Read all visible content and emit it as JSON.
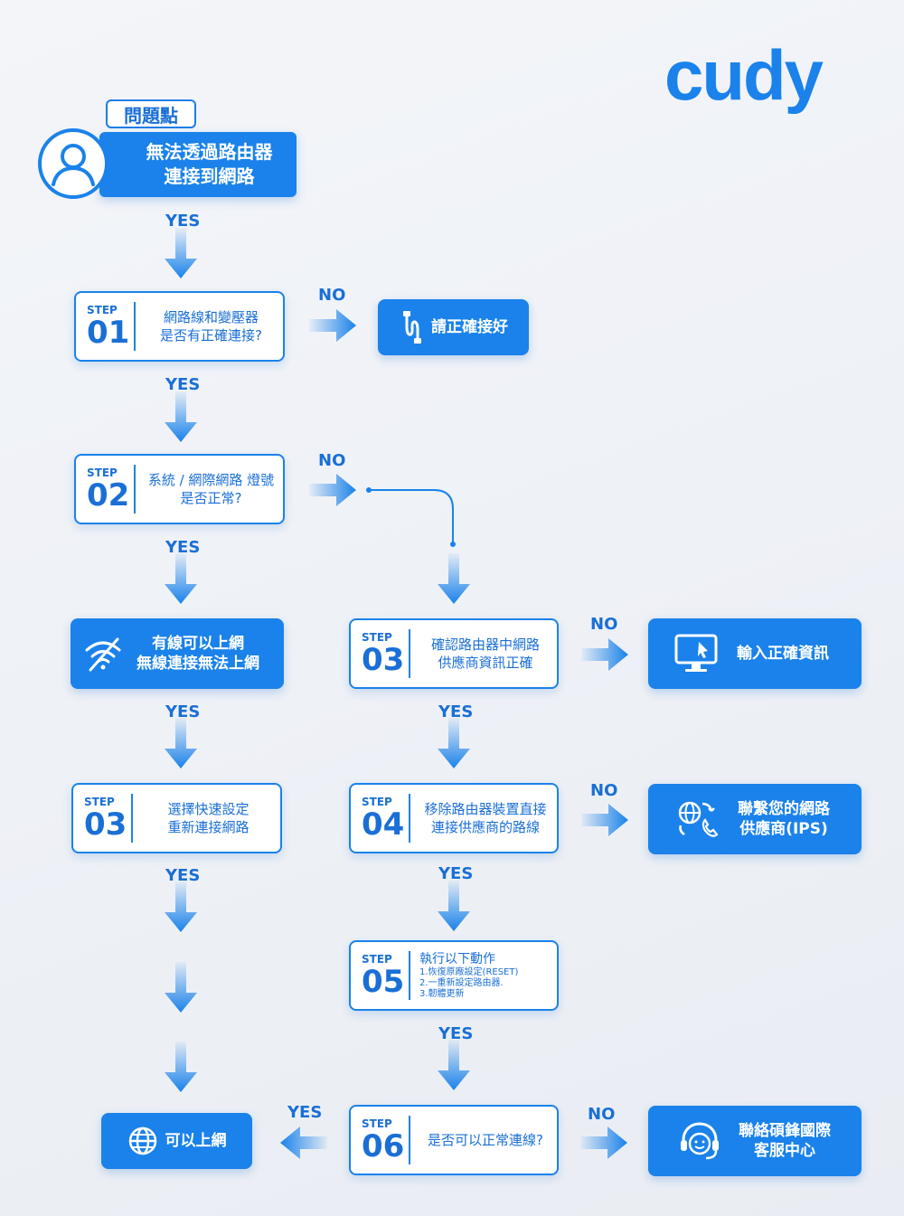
{
  "brand": "cudy",
  "problem_tag": "問題點",
  "problem": [
    "無法透過路由器",
    "連接到網路"
  ],
  "step_word": "STEP",
  "yes": "YES",
  "no": "NO",
  "left": {
    "step01": {
      "num": "01",
      "lines": [
        "網路線和變壓器",
        "是否有正確連接?"
      ]
    },
    "fix01": "請正確接好",
    "step02": {
      "num": "02",
      "lines": [
        "系統 / 網際網路 燈號",
        "是否正常?"
      ]
    },
    "wired": [
      "有線可以上網",
      "無線連接無法上網"
    ],
    "step03": {
      "num": "03",
      "lines": [
        "選擇快速設定",
        "重新連接網路"
      ]
    },
    "online": "可以上網"
  },
  "right": {
    "step03": {
      "num": "03",
      "lines": [
        "確認路由器中網路",
        "供應商資訊正確"
      ]
    },
    "fix03": "輸入正確資訊",
    "step04": {
      "num": "04",
      "lines": [
        "移除路由器裝置直接",
        "連接供應商的路線"
      ]
    },
    "fix04": [
      "聯繫您的網路",
      "供應商(IPS)"
    ],
    "step05": {
      "num": "05",
      "title": "執行以下動作",
      "items": [
        "1.恢復原廠設定(RESET)",
        "2.一重新設定路由器.",
        "3.韌體更新"
      ]
    },
    "step06": {
      "num": "06",
      "lines": [
        "是否可以正常連線?"
      ]
    },
    "fix06": [
      "聯絡碩鋒國際",
      "客服中心"
    ]
  },
  "colors": {
    "primary": "#1a82ea",
    "text": "#1a6fd6"
  }
}
